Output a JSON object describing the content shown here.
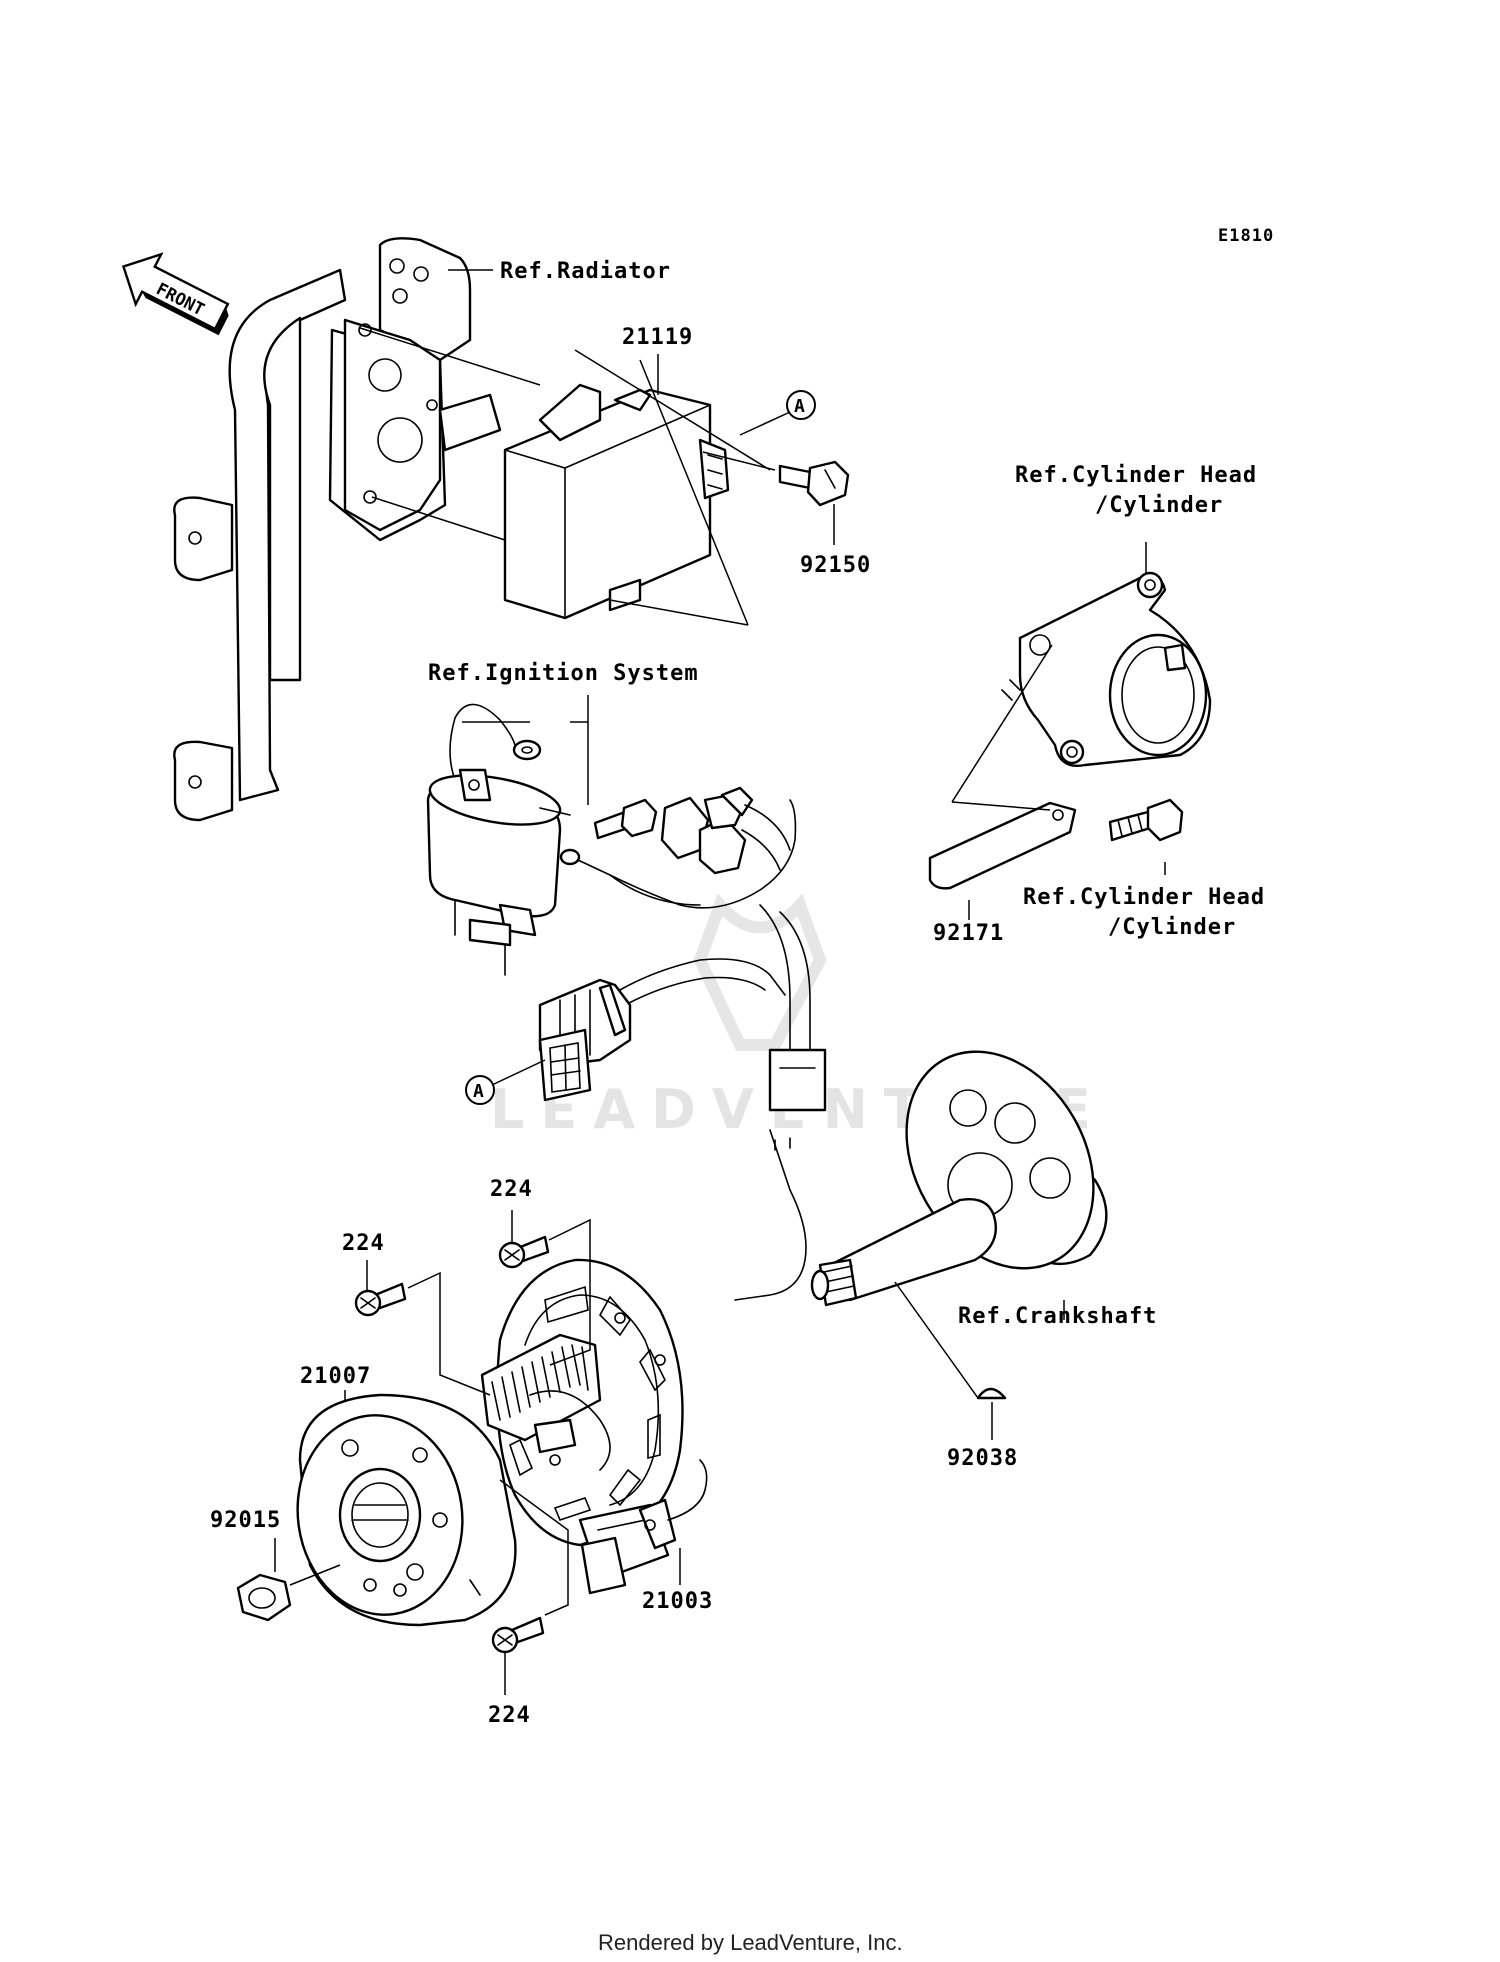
{
  "diagram_code": "E1810",
  "front_arrow_label": "FRONT",
  "watermark": "LEADVENTURE",
  "footer": "Rendered by LeadVenture, Inc.",
  "callout_letter": "A",
  "labels": {
    "ref_radiator": "Ref.Radiator",
    "part_21119": "21119",
    "part_92150": "92150",
    "ref_ignition_system": "Ref.Ignition System",
    "ref_cylinder_head_top_1": "Ref.Cylinder Head",
    "ref_cylinder_head_top_2": "/Cylinder",
    "ref_cylinder_head_bottom_1": "Ref.Cylinder Head",
    "ref_cylinder_head_bottom_2": "/Cylinder",
    "part_92171": "92171",
    "part_224_a": "224",
    "part_224_b": "224",
    "part_224_c": "224",
    "part_21007": "21007",
    "part_92015": "92015",
    "part_21003": "21003",
    "ref_crankshaft": "Ref.Crankshaft",
    "part_92038": "92038"
  }
}
